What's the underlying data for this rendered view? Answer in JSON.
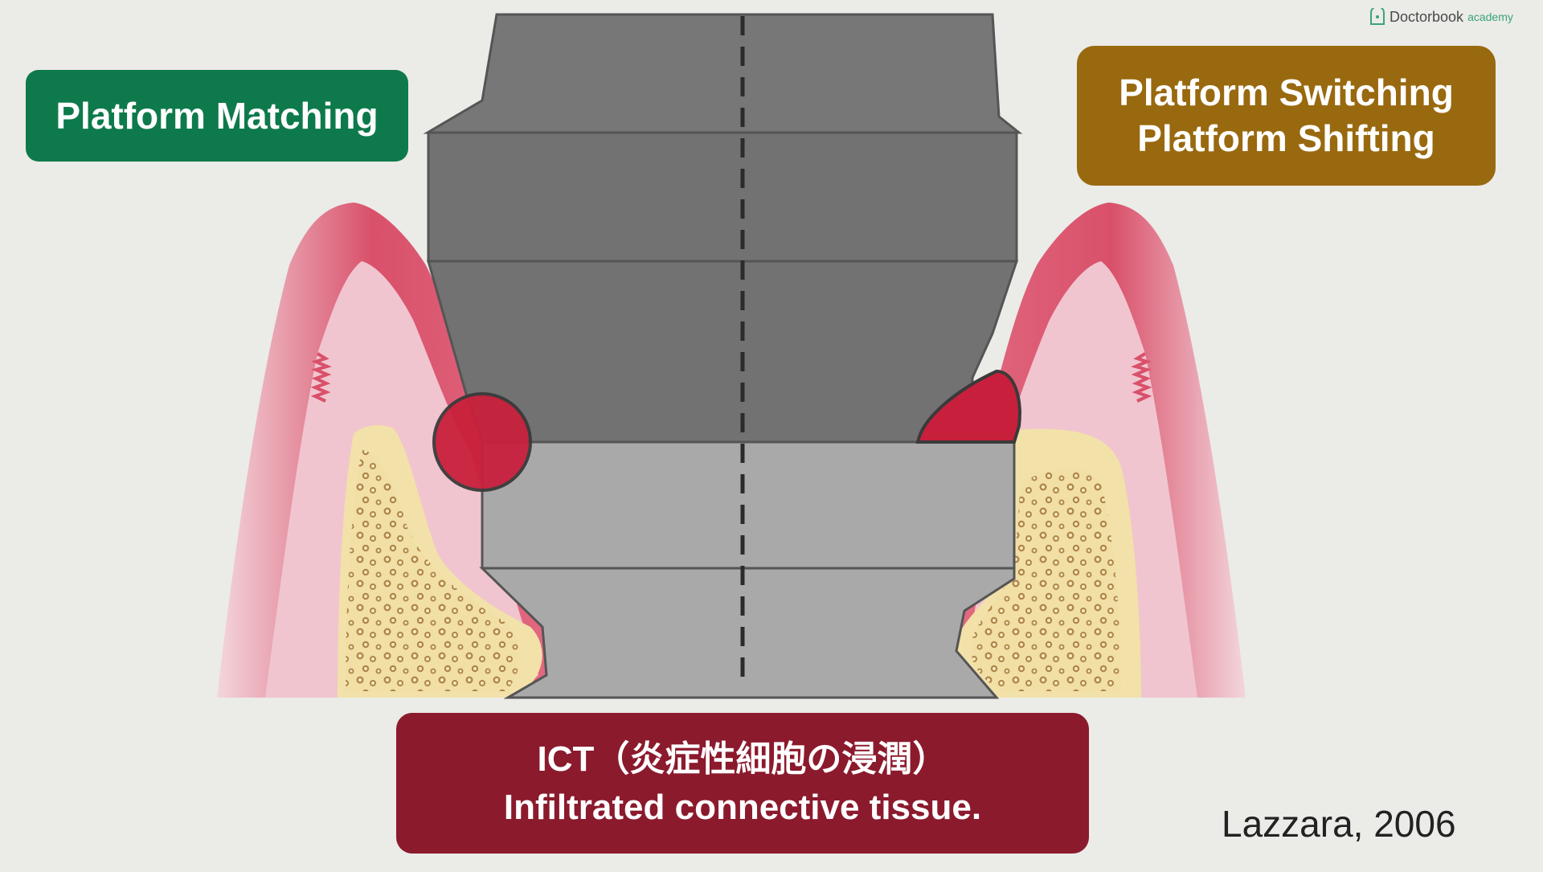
{
  "labels": {
    "platform_matching": "Platform Matching",
    "platform_switching": "Platform Switching",
    "platform_shifting": "Platform Shifting",
    "ict_line1": "ICT（炎症性細胞の浸潤）",
    "ict_line2": "Infiltrated connective tissue."
  },
  "citation": "Lazzara, 2006",
  "brand": {
    "name": "Doctorbook",
    "suffix": "academy"
  },
  "colors": {
    "background": "#ebebe8",
    "matching": "#0e7a4b",
    "switching": "#99690f",
    "ict": "#8b1a2d",
    "implant_dark": "#777777",
    "implant_light": "#a8a8a8",
    "gingiva": "#d9506a",
    "bone": "#f2e1a8",
    "inflammation": "#c8203c"
  }
}
